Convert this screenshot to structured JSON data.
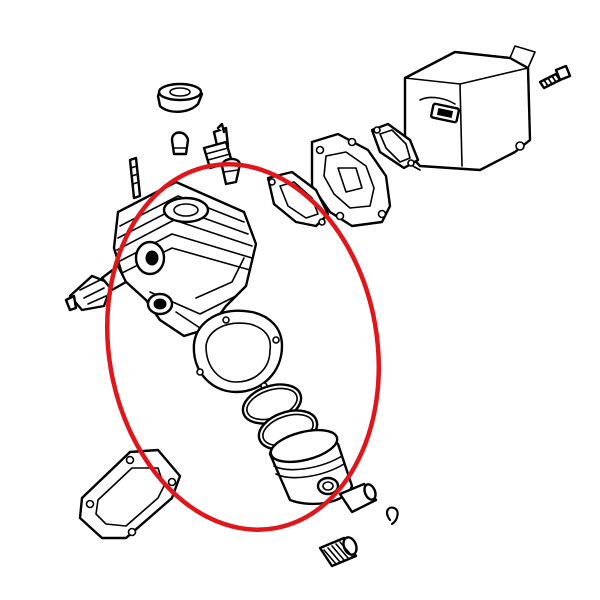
{
  "diagram": {
    "parts": [
      {
        "id": "muffler",
        "icon": "muffler-icon"
      },
      {
        "id": "muffler-bolt",
        "icon": "bolt-icon"
      },
      {
        "id": "muffler-gasket-small",
        "icon": "gasket-icon"
      },
      {
        "id": "muffler-gasket-plate",
        "icon": "gasket-icon"
      },
      {
        "id": "exhaust-gasket",
        "icon": "gasket-icon"
      },
      {
        "id": "cylinder",
        "icon": "cylinder-icon"
      },
      {
        "id": "base-gasket",
        "icon": "gasket-icon"
      },
      {
        "id": "piston-ring-upper",
        "icon": "ring-icon"
      },
      {
        "id": "piston-ring-lower",
        "icon": "ring-icon"
      },
      {
        "id": "piston",
        "icon": "piston-icon"
      },
      {
        "id": "piston-pin",
        "icon": "pin-icon"
      },
      {
        "id": "circlip",
        "icon": "circlip-icon"
      },
      {
        "id": "needle-bearing",
        "icon": "bearing-icon"
      },
      {
        "id": "intake-flange",
        "icon": "flange-icon"
      },
      {
        "id": "decompression-valve",
        "icon": "valve-icon"
      },
      {
        "id": "plug-cap",
        "icon": "cap-icon"
      },
      {
        "id": "spark-plug",
        "icon": "spark-plug-icon"
      },
      {
        "id": "stud",
        "icon": "stud-icon"
      }
    ],
    "highlight": {
      "shape": "ellipse",
      "color": "#e0161b"
    },
    "colors": {
      "ink": "#000000",
      "paper": "#ffffff"
    }
  }
}
